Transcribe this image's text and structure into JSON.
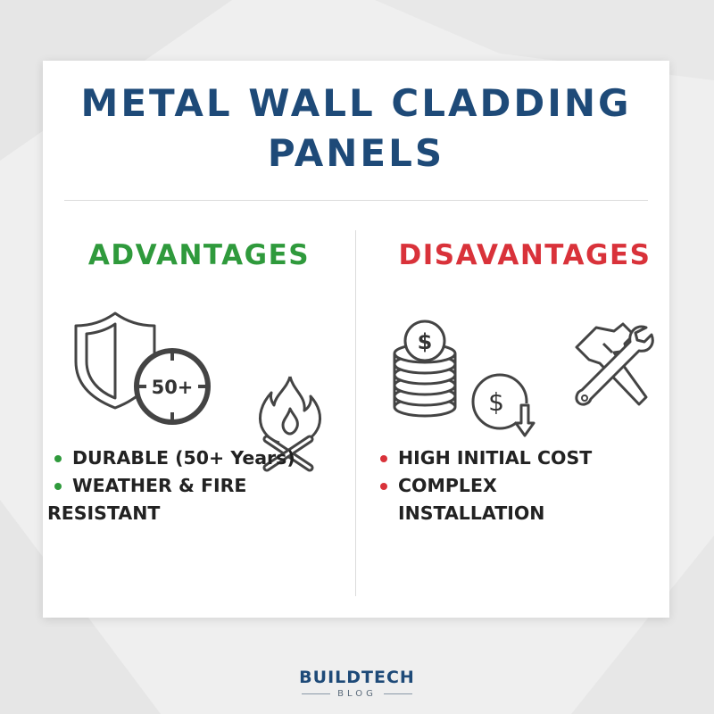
{
  "title": {
    "line1": "METAL WALL CLADDING",
    "line2": "PANELS"
  },
  "advantages": {
    "heading": "ADVANTAGES",
    "color": "#2f9a3c",
    "badge_text": "50+",
    "icons": [
      "shield-icon",
      "clock-badge-icon",
      "no-fire-icon"
    ],
    "items": [
      "DURABLE (50+ Years)",
      "WEATHER & FIRE",
      "RESISTANT"
    ]
  },
  "disadvantages": {
    "heading": "DISAVANTAGES",
    "color": "#d9323a",
    "icons": [
      "dollar-coins-icon",
      "dollar-down-icon",
      "hammer-wrench-icon"
    ],
    "items": [
      "HIGH INITIAL COST",
      "COMPLEX",
      "INSTALLATION"
    ]
  },
  "brand": {
    "name": "BUILDTECH",
    "sub": "BLOG",
    "color": "#1e4a78"
  }
}
